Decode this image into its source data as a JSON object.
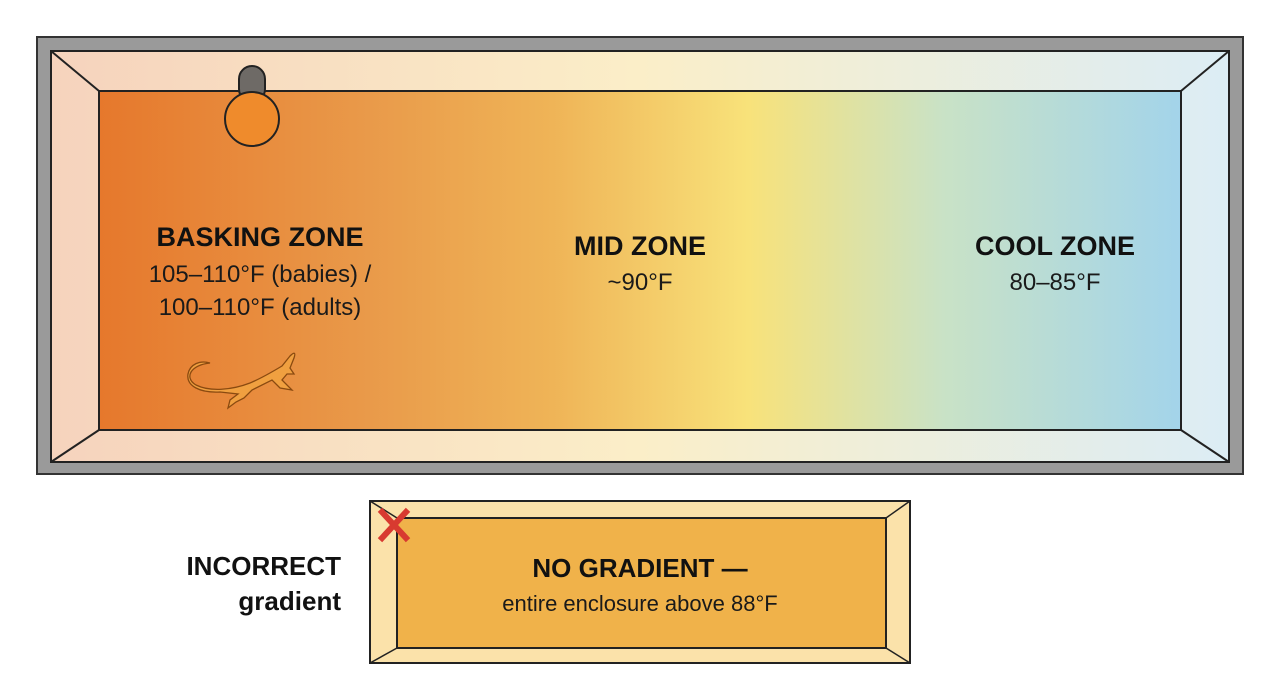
{
  "zones": [
    {
      "title": "BASKING ZONE",
      "lines": [
        "105–110°F (babies) /",
        "100–110°F (adults)"
      ]
    },
    {
      "title": "MID ZONE",
      "lines": [
        "~90°F"
      ]
    },
    {
      "title": "COOL ZONE",
      "lines": [
        "80–85°F"
      ]
    }
  ],
  "incorrect": {
    "label_line1": "INCORRECT",
    "label_line2": "gradient",
    "box_title": "NO GRADIENT —",
    "box_subtitle": "entire enclosure above 88°F"
  },
  "icons": [
    "heat-lamp-icon",
    "bearded-dragon-icon",
    "red-x-icon"
  ],
  "colors": {
    "hot": "#e6782c",
    "warm": "#efb457",
    "mid": "#f8e27a",
    "cool": "#a3d4ea",
    "incorrect_fill": "#f0b24a",
    "x_mark": "#d83a30"
  }
}
